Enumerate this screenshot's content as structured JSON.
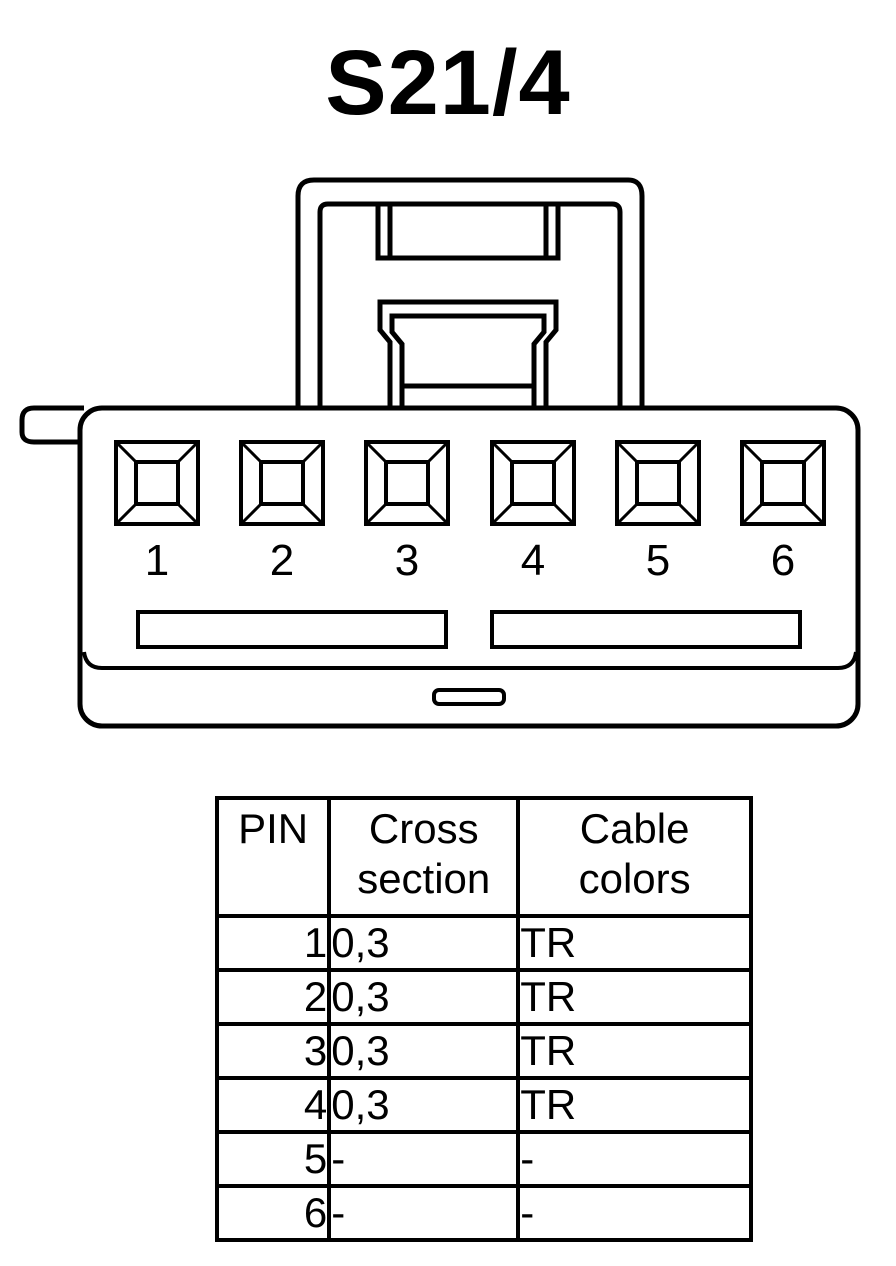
{
  "title": "S21/4",
  "connector": {
    "pin_labels": [
      "1",
      "2",
      "3",
      "4",
      "5",
      "6"
    ]
  },
  "table": {
    "headers": {
      "pin": "PIN",
      "cross_section": [
        "Cross",
        "section"
      ],
      "cable_colors": [
        "Cable",
        "colors"
      ]
    },
    "rows": [
      {
        "pin": "1",
        "cross_section": "0,3",
        "cable_color": "TR"
      },
      {
        "pin": "2",
        "cross_section": "0,3",
        "cable_color": "TR"
      },
      {
        "pin": "3",
        "cross_section": "0,3",
        "cable_color": "TR"
      },
      {
        "pin": "4",
        "cross_section": "0,3",
        "cable_color": "TR"
      },
      {
        "pin": "5",
        "cross_section": "-",
        "cable_color": "-"
      },
      {
        "pin": "6",
        "cross_section": "-",
        "cable_color": "-"
      }
    ]
  }
}
